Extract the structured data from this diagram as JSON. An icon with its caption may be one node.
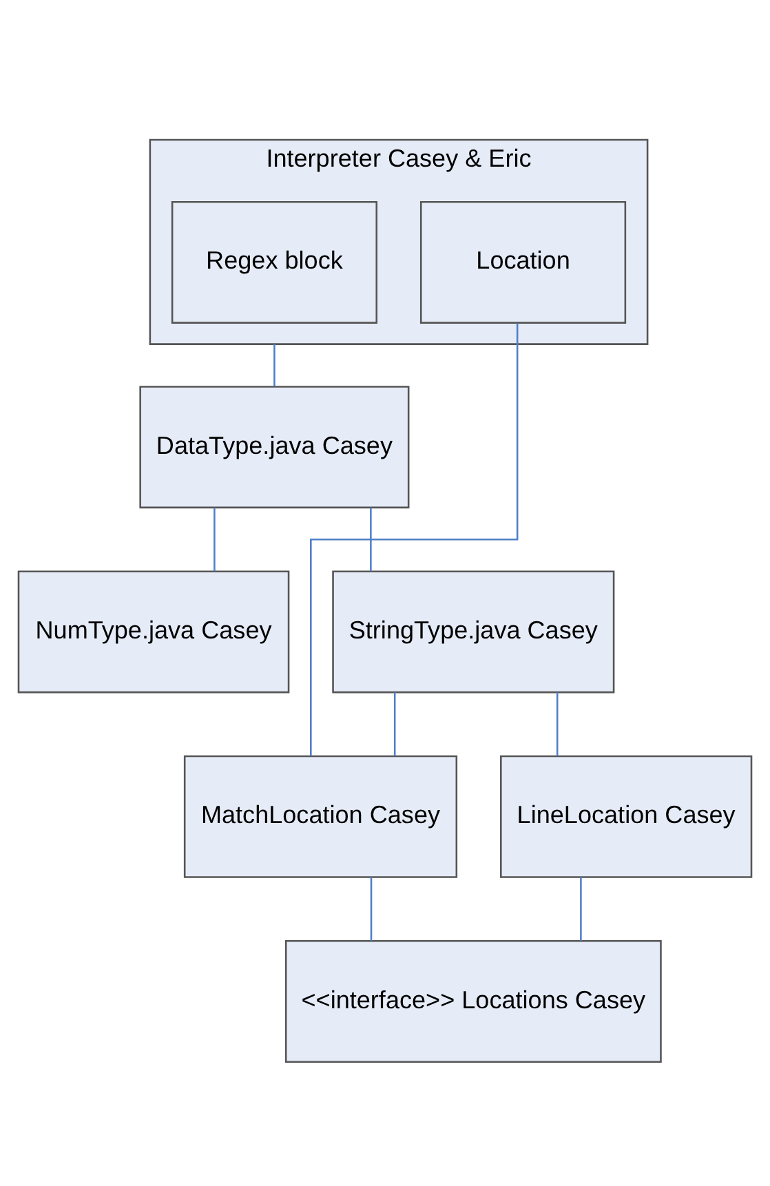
{
  "diagram": {
    "nodes": [
      {
        "text": [
          "Interpreter Casey & Eric"
        ]
      },
      {
        "text": [
          "Location"
        ],
        "in": 0
      },
      {
        "text": [
          "Regex block"
        ],
        "in": 0
      },
      {
        "text": [
          "DataType.java Casey"
        ]
      },
      {
        "text": [
          "NumType.java Casey"
        ]
      },
      {
        "text": [
          "StringType.java Casey"
        ]
      },
      {
        "text": [
          "LineLocation Casey"
        ]
      },
      {
        "text": [
          "MatchLocation Casey"
        ]
      },
      {
        "text": [
          "<<interface>> Locations Casey"
        ]
      }
    ],
    "edges": [
      {
        "from": 0,
        "to": 3,
        "arrow": "none"
      },
      {
        "from": 3,
        "to": 4,
        "arrow": "none"
      },
      {
        "from": 3,
        "to": 5,
        "arrow": "none"
      },
      {
        "from": 5,
        "to": 6,
        "arrow": "none"
      },
      {
        "from": 5,
        "to": 7,
        "arrow": "none"
      },
      {
        "from": 1,
        "to": 7,
        "arrow": "none"
      },
      {
        "from": 6,
        "to": 8,
        "arrow": "none"
      },
      {
        "from": 7,
        "to": 8,
        "arrow": "none"
      }
    ]
  }
}
